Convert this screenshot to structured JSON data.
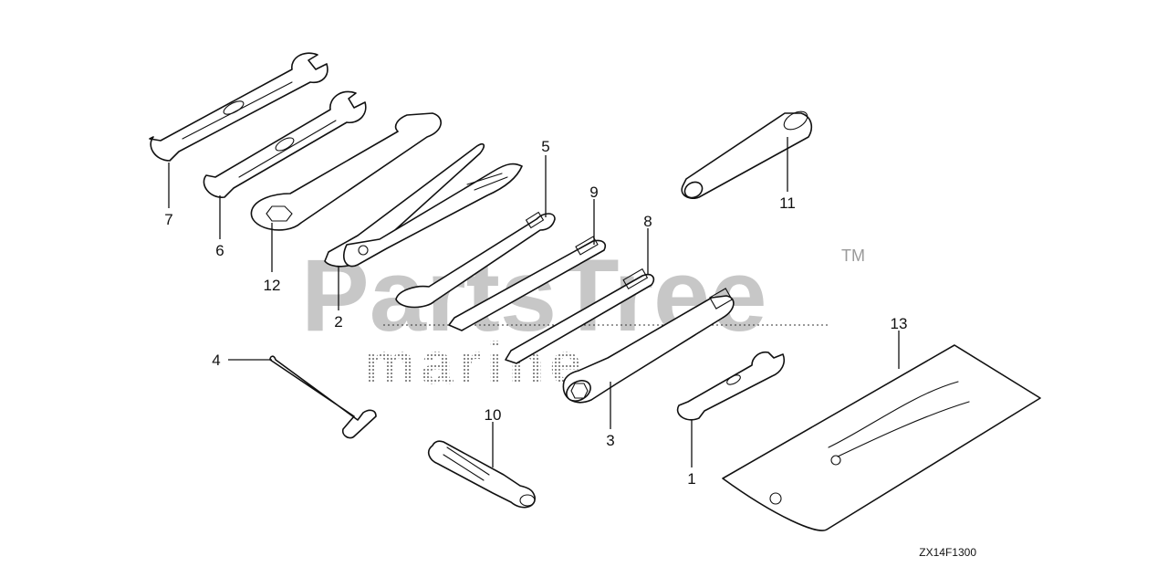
{
  "watermark": {
    "brand": "PartsTree",
    "sub": "marine",
    "tm": "TM"
  },
  "diagram_code": "ZX14F1300",
  "callouts": [
    {
      "id": "c1",
      "label": "1"
    },
    {
      "id": "c2",
      "label": "2"
    },
    {
      "id": "c3",
      "label": "3"
    },
    {
      "id": "c4",
      "label": "4"
    },
    {
      "id": "c5",
      "label": "5"
    },
    {
      "id": "c6",
      "label": "6"
    },
    {
      "id": "c7",
      "label": "7"
    },
    {
      "id": "c8",
      "label": "8"
    },
    {
      "id": "c9",
      "label": "9"
    },
    {
      "id": "c10",
      "label": "10"
    },
    {
      "id": "c11",
      "label": "11"
    },
    {
      "id": "c12",
      "label": "12"
    },
    {
      "id": "c13",
      "label": "13"
    }
  ]
}
